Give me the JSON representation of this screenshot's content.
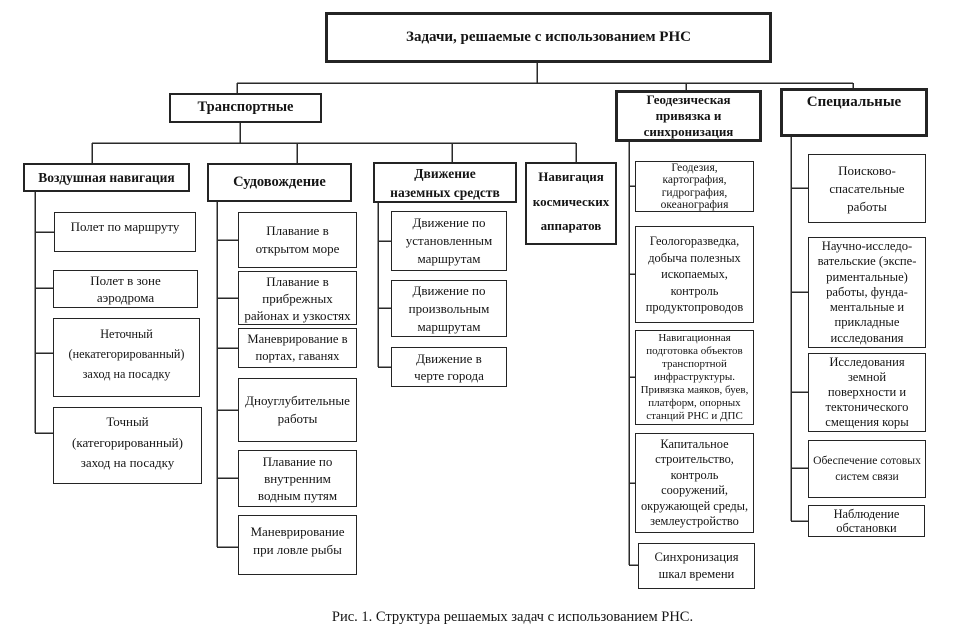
{
  "figure": {
    "root": {
      "label": "Задачи, решаемые с использованием РНС"
    },
    "transport": {
      "label": "Транспортные",
      "air": {
        "label": "Воздушная навигация",
        "items": [
          "Полет по маршруту",
          "Полет в зоне\nаэродрома",
          "Неточный\n(некатегорированный)\nзаход на посадку",
          "Точный\n(категорированный)\nзаход на посадку"
        ]
      },
      "ship": {
        "label": "Судовождение",
        "items": [
          "Плавание в\nоткрытом море",
          "Плавание в\nприбрежных\nрайонах и узкостях",
          "Маневрирование в\nпортах, гаванях",
          "Дноуглубительные\nработы",
          "Плавание по\nвнутренним\nводным путям",
          "Маневрирование\nпри ловле рыбы"
        ]
      },
      "ground": {
        "label": "Движение\nназемных средств",
        "items": [
          "Движение по\nустановленным\nмаршрутам",
          "Движение по\nпроизвольным\nмаршрутам",
          "Движение в\nчерте города"
        ]
      },
      "space": {
        "label": "Навигация\nкосмических\nаппаратов"
      }
    },
    "geodesy": {
      "label": "Геодезическая\nпривязка и\nсинхронизация",
      "items": [
        "Геодезия,\nкартография,\nгидрография,\nокеанография",
        "Геологоразведка,\nдобыча полезных\nископаемых,\nконтроль\nпродуктопроводов",
        "Навигационная\nподготовка объектов\nтранспортной\nинфраструктуры.\nПривязка маяков, буев,\nплатформ, опорных\nстанций РНС и ДПС",
        "Капитальное\nстроительство,\nконтроль\nсооружений,\nокружающей среды,\nземлеустройство",
        "Синхронизация\nшкал времени"
      ]
    },
    "special": {
      "label": "Специальные",
      "items": [
        "Поисково-\nспасательные\nработы",
        "Научно-исследо-\nвательские (экспе-\nриментальные)\nработы, фунда-\nментальные и\nприкладные\nисследования",
        "Исследования\nземной\nповерхности и\nтектонического\nсмещения коры",
        "Обеспечение сотовых\nсистем связи",
        "Наблюдение\nобстановки"
      ]
    },
    "caption": "Рис. 1. Структура решаемых задач с использованием РНС."
  }
}
